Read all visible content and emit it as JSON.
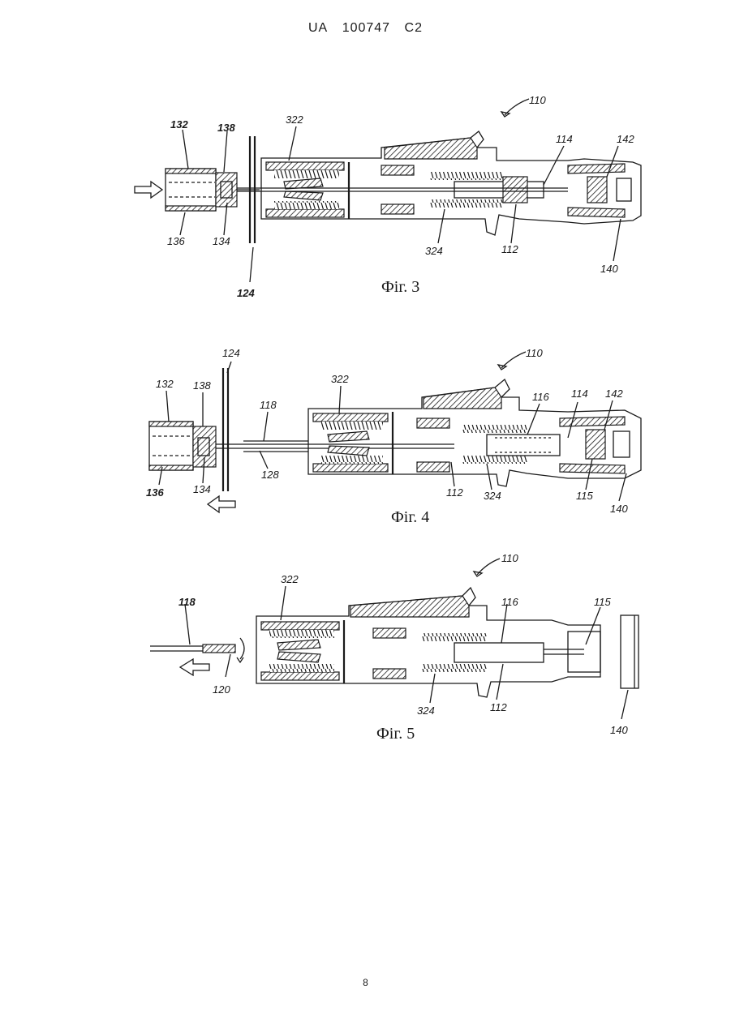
{
  "header": {
    "country": "UA",
    "number": "100747",
    "kind": "C2"
  },
  "page_number": "8",
  "figures": [
    {
      "caption": "Фіг. 3",
      "labels": {
        "l110": "110",
        "l132": "132",
        "l138": "138",
        "l322": "322",
        "l114": "114",
        "l142": "142",
        "l136": "136",
        "l134": "134",
        "l324": "324",
        "l112": "112",
        "l140": "140",
        "l124": "124"
      }
    },
    {
      "caption": "Фіг. 4",
      "labels": {
        "l124": "124",
        "l110": "110",
        "l132": "132",
        "l138": "138",
        "l322": "322",
        "l118": "118",
        "l116": "116",
        "l114": "114",
        "l142": "142",
        "l136": "136",
        "l134": "134",
        "l128": "128",
        "l112": "112",
        "l324": "324",
        "l115": "115",
        "l140": "140"
      }
    },
    {
      "caption": "Фіг. 5",
      "labels": {
        "l110": "110",
        "l322": "322",
        "l116": "116",
        "l115": "115",
        "l118": "118",
        "l120": "120",
        "l324": "324",
        "l112": "112",
        "l140": "140"
      }
    }
  ]
}
